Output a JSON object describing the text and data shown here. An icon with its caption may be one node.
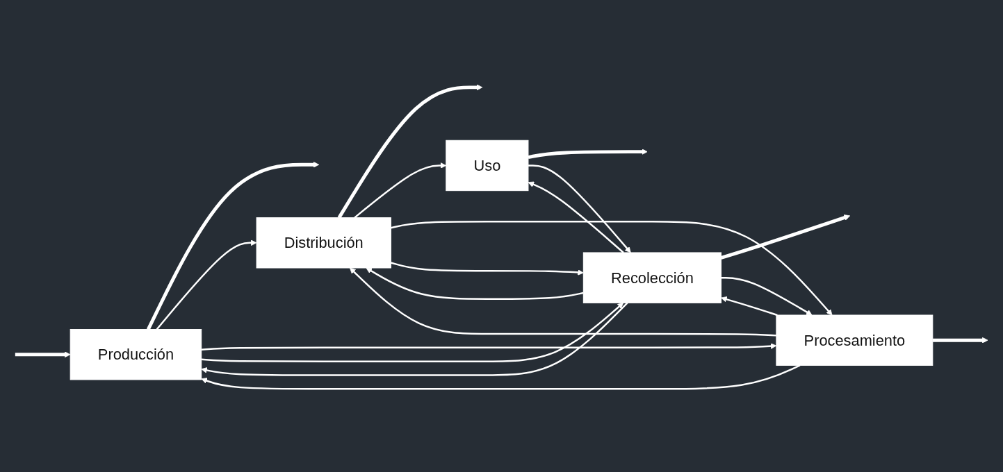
{
  "diagram": {
    "nodes": [
      {
        "text": [
          "Producción"
        ]
      },
      {
        "text": [
          "Distribución"
        ]
      },
      {
        "text": [
          "Uso"
        ]
      },
      {
        "text": [
          "Procesamiento"
        ]
      },
      {
        "text": [
          "Recolección"
        ]
      }
    ],
    "edges": [
      {
        "from": null,
        "to": 0,
        "arrow": "to",
        "style": "thick"
      },
      {
        "from": 0,
        "to": null,
        "arrow": "to",
        "style": "thick"
      },
      {
        "from": 1,
        "to": null,
        "arrow": "to",
        "style": "thick"
      },
      {
        "from": 2,
        "to": null,
        "arrow": "to",
        "style": "thick"
      },
      {
        "from": 3,
        "to": null,
        "arrow": "to",
        "style": "thick"
      },
      {
        "from": 4,
        "to": null,
        "arrow": "to",
        "style": "thick"
      },
      {
        "from": 0,
        "to": 1,
        "arrow": "to"
      },
      {
        "from": 1,
        "to": 2,
        "arrow": "to"
      },
      {
        "from": 0,
        "to": 3,
        "arrow": "to"
      },
      {
        "from": 3,
        "to": 0,
        "arrow": "to"
      },
      {
        "from": 4,
        "to": 0,
        "arrow": "to"
      },
      {
        "from": 0,
        "to": 4,
        "arrow": "to"
      },
      {
        "from": 3,
        "to": 1,
        "arrow": "to"
      },
      {
        "from": 1,
        "to": 3,
        "arrow": "to"
      },
      {
        "from": 4,
        "to": 1,
        "arrow": "to"
      },
      {
        "from": 1,
        "to": 4,
        "arrow": "to"
      },
      {
        "from": 4,
        "to": 2,
        "arrow": "to"
      },
      {
        "from": 2,
        "to": 4,
        "arrow": "to"
      },
      {
        "from": 4,
        "to": 3,
        "arrow": "to"
      },
      {
        "from": 3,
        "to": 4,
        "arrow": "to"
      }
    ]
  }
}
